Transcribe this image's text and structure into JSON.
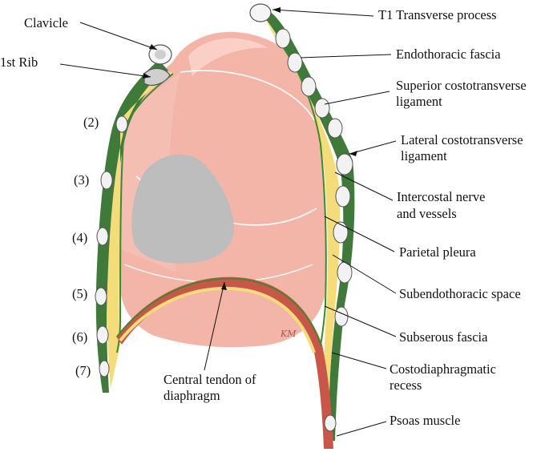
{
  "labels_right": {
    "t1": "T1 Transverse process",
    "endothoracic": "Endothoracic fascia",
    "superior_1": "Superior costotransverse",
    "superior_2": "ligament",
    "lateral_1": "Lateral costotransverse",
    "lateral_2": "ligament",
    "intercostal_1": "Intercostal nerve",
    "intercostal_2": "and vessels",
    "parietal": "Parietal pleura",
    "subendo": "Subendothoracic space",
    "subserous": "Subserous fascia",
    "costo_1": "Costodiaphragmatic",
    "costo_2": "recess",
    "psoas": "Psoas muscle"
  },
  "labels_left": {
    "clavicle": "Clavicle",
    "rib1": "1st Rib"
  },
  "labels_center": {
    "tendon_1": "Central tendon of",
    "tendon_2": "diaphragm"
  },
  "rib_numbers": [
    "(2)",
    "(3)",
    "(4)",
    "(5)",
    "(6)",
    "(7)"
  ],
  "signature": "KM",
  "colors": {
    "lung": "#f3b5a8",
    "lung_highlight": "#fbd6cd",
    "heart_shadow": "#bdbdbd",
    "muscle_green": "#3f7a3a",
    "fat_yellow": "#f4dc7a",
    "diaphragm_red": "#c8574a",
    "pleura_line": "#3a8a2e"
  }
}
